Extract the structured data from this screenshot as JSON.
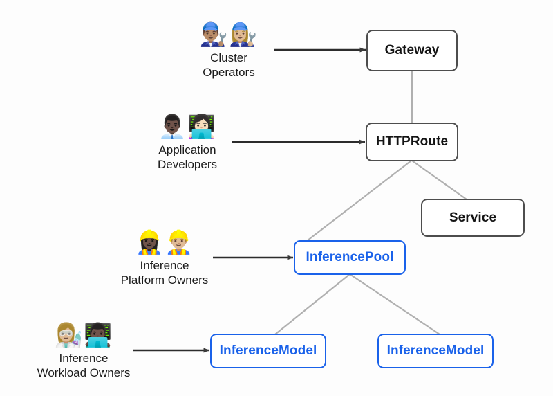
{
  "diagram": {
    "title": "Gateway API Inference Extension personas and resources",
    "background_color": "#fdfdfd",
    "accent_blue": "#1a62ea",
    "node_border_dark": "#4d4d4d",
    "edge_gray": "#b0b0b0",
    "arrow_black": "#262626"
  },
  "personas": [
    {
      "id": "cluster-operators",
      "label": "Cluster\nOperators",
      "emoji": "👨🏽‍🔧👩🏼‍🔧",
      "emoji_names": [
        "man-mechanic",
        "woman-mechanic"
      ],
      "targets": "Gateway"
    },
    {
      "id": "application-developers",
      "label": "Application\nDevelopers",
      "emoji": "👨🏿‍💼👩🏻‍💻",
      "emoji_names": [
        "man-office-worker",
        "woman-technologist"
      ],
      "targets": "HTTPRoute"
    },
    {
      "id": "inference-platform-owners",
      "label": "Inference\nPlatform Owners",
      "emoji": "👷🏿‍♀️👷🏼‍♂️",
      "emoji_names": [
        "woman-construction-worker",
        "man-construction-worker"
      ],
      "targets": "InferencePool"
    },
    {
      "id": "inference-workload-owners",
      "label": "Inference\nWorkload Owners",
      "emoji": "👩🏼‍🔬👨🏿‍💻",
      "emoji_names": [
        "woman-scientist",
        "man-technologist"
      ],
      "targets": "InferenceModel"
    }
  ],
  "nodes": [
    {
      "id": "gateway",
      "label": "Gateway",
      "style": "dark"
    },
    {
      "id": "httproute",
      "label": "HTTPRoute",
      "style": "dark"
    },
    {
      "id": "service",
      "label": "Service",
      "style": "dark"
    },
    {
      "id": "inferencepool",
      "label": "InferencePool",
      "style": "blue"
    },
    {
      "id": "inferencemodel-left",
      "label": "InferenceModel",
      "style": "blue"
    },
    {
      "id": "inferencemodel-right",
      "label": "InferenceModel",
      "style": "blue"
    }
  ],
  "edges": [
    {
      "id": "gateway-httproute",
      "from": "gateway",
      "to": "httproute",
      "kind": "link"
    },
    {
      "id": "httproute-inferencepool",
      "from": "httproute",
      "to": "inferencepool",
      "kind": "link"
    },
    {
      "id": "httproute-service",
      "from": "httproute",
      "to": "service",
      "kind": "link"
    },
    {
      "id": "inferencepool-inferencemodel-left",
      "from": "inferencepool",
      "to": "inferencemodel-left",
      "kind": "link"
    },
    {
      "id": "inferencepool-inferencemodel-right",
      "from": "inferencepool",
      "to": "inferencemodel-right",
      "kind": "link"
    },
    {
      "id": "cluster-operators-gateway",
      "from": "cluster-operators",
      "to": "gateway",
      "kind": "arrow"
    },
    {
      "id": "application-developers-httproute",
      "from": "application-developers",
      "to": "httproute",
      "kind": "arrow"
    },
    {
      "id": "inference-platform-owners-inferencepool",
      "from": "inference-platform-owners",
      "to": "inferencepool",
      "kind": "arrow"
    },
    {
      "id": "inference-workload-owners-inferencemodel",
      "from": "inference-workload-owners",
      "to": "inferencemodel-left",
      "kind": "arrow"
    }
  ]
}
